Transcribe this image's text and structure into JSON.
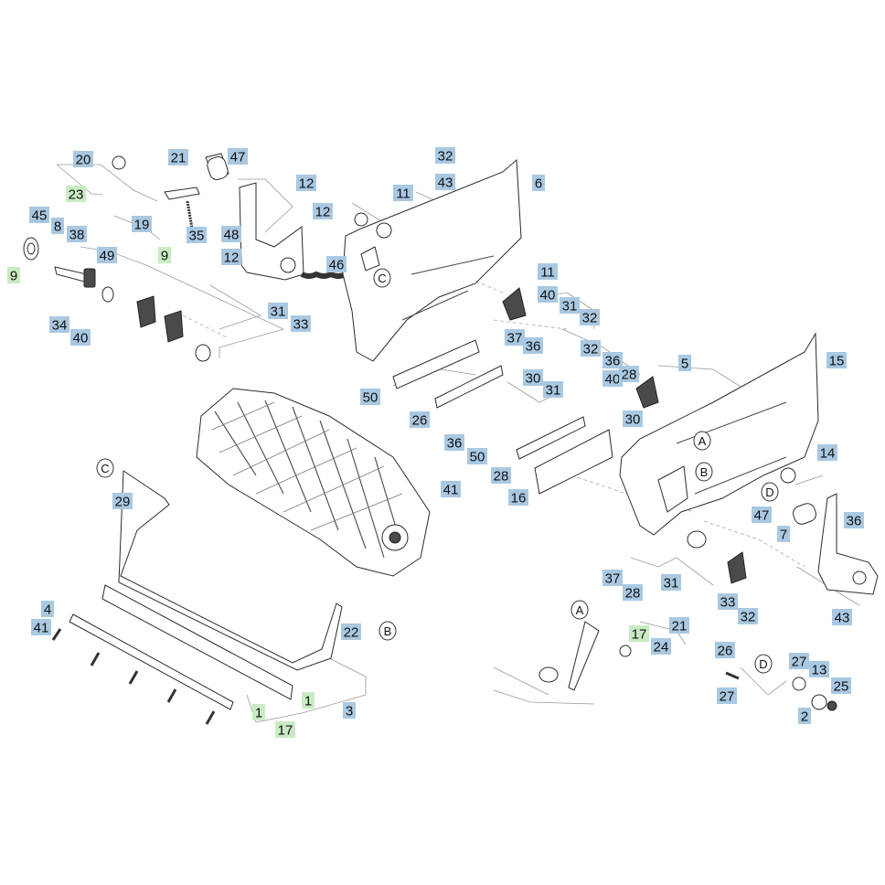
{
  "diagram": {
    "label_colors": {
      "part": "#a9c8e2",
      "assembly": "#c9ebc3"
    },
    "labels": [
      {
        "text": "20",
        "kind": "part"
      },
      {
        "text": "21",
        "kind": "part"
      },
      {
        "text": "47",
        "kind": "part"
      },
      {
        "text": "23",
        "kind": "assembly"
      },
      {
        "text": "12",
        "kind": "part"
      },
      {
        "text": "19",
        "kind": "part"
      },
      {
        "text": "35",
        "kind": "part"
      },
      {
        "text": "48",
        "kind": "part"
      },
      {
        "text": "12",
        "kind": "part"
      },
      {
        "text": "12",
        "kind": "part"
      },
      {
        "text": "45",
        "kind": "part"
      },
      {
        "text": "8",
        "kind": "part"
      },
      {
        "text": "38",
        "kind": "part"
      },
      {
        "text": "9",
        "kind": "assembly"
      },
      {
        "text": "49",
        "kind": "part"
      },
      {
        "text": "9",
        "kind": "assembly"
      },
      {
        "text": "46",
        "kind": "part"
      },
      {
        "text": "31",
        "kind": "part"
      },
      {
        "text": "33",
        "kind": "part"
      },
      {
        "text": "34",
        "kind": "part"
      },
      {
        "text": "40",
        "kind": "part"
      },
      {
        "text": "32",
        "kind": "part"
      },
      {
        "text": "43",
        "kind": "part"
      },
      {
        "text": "11",
        "kind": "part"
      },
      {
        "text": "6",
        "kind": "part"
      },
      {
        "text": "11",
        "kind": "part"
      },
      {
        "text": "40",
        "kind": "part"
      },
      {
        "text": "31",
        "kind": "part"
      },
      {
        "text": "32",
        "kind": "part"
      },
      {
        "text": "37",
        "kind": "part"
      },
      {
        "text": "36",
        "kind": "part"
      },
      {
        "text": "32",
        "kind": "part"
      },
      {
        "text": "36",
        "kind": "part"
      },
      {
        "text": "30",
        "kind": "part"
      },
      {
        "text": "31",
        "kind": "part"
      },
      {
        "text": "40",
        "kind": "part"
      },
      {
        "text": "28",
        "kind": "part"
      },
      {
        "text": "5",
        "kind": "part"
      },
      {
        "text": "15",
        "kind": "part"
      },
      {
        "text": "50",
        "kind": "part"
      },
      {
        "text": "26",
        "kind": "part"
      },
      {
        "text": "30",
        "kind": "part"
      },
      {
        "text": "36",
        "kind": "part"
      },
      {
        "text": "50",
        "kind": "part"
      },
      {
        "text": "28",
        "kind": "part"
      },
      {
        "text": "14",
        "kind": "part"
      },
      {
        "text": "16",
        "kind": "part"
      },
      {
        "text": "41",
        "kind": "part"
      },
      {
        "text": "29",
        "kind": "part"
      },
      {
        "text": "47",
        "kind": "part"
      },
      {
        "text": "7",
        "kind": "part"
      },
      {
        "text": "36",
        "kind": "part"
      },
      {
        "text": "37",
        "kind": "part"
      },
      {
        "text": "28",
        "kind": "part"
      },
      {
        "text": "31",
        "kind": "part"
      },
      {
        "text": "33",
        "kind": "part"
      },
      {
        "text": "32",
        "kind": "part"
      },
      {
        "text": "43",
        "kind": "part"
      },
      {
        "text": "4",
        "kind": "part"
      },
      {
        "text": "41",
        "kind": "part"
      },
      {
        "text": "22",
        "kind": "part"
      },
      {
        "text": "17",
        "kind": "assembly"
      },
      {
        "text": "21",
        "kind": "part"
      },
      {
        "text": "24",
        "kind": "part"
      },
      {
        "text": "26",
        "kind": "part"
      },
      {
        "text": "27",
        "kind": "part"
      },
      {
        "text": "13",
        "kind": "part"
      },
      {
        "text": "25",
        "kind": "part"
      },
      {
        "text": "27",
        "kind": "part"
      },
      {
        "text": "2",
        "kind": "part"
      },
      {
        "text": "1",
        "kind": "assembly"
      },
      {
        "text": "3",
        "kind": "part"
      },
      {
        "text": "1",
        "kind": "assembly"
      },
      {
        "text": "17",
        "kind": "assembly"
      }
    ],
    "references": [
      "C",
      "B",
      "A",
      "D",
      "C",
      "B",
      "A",
      "D"
    ]
  }
}
